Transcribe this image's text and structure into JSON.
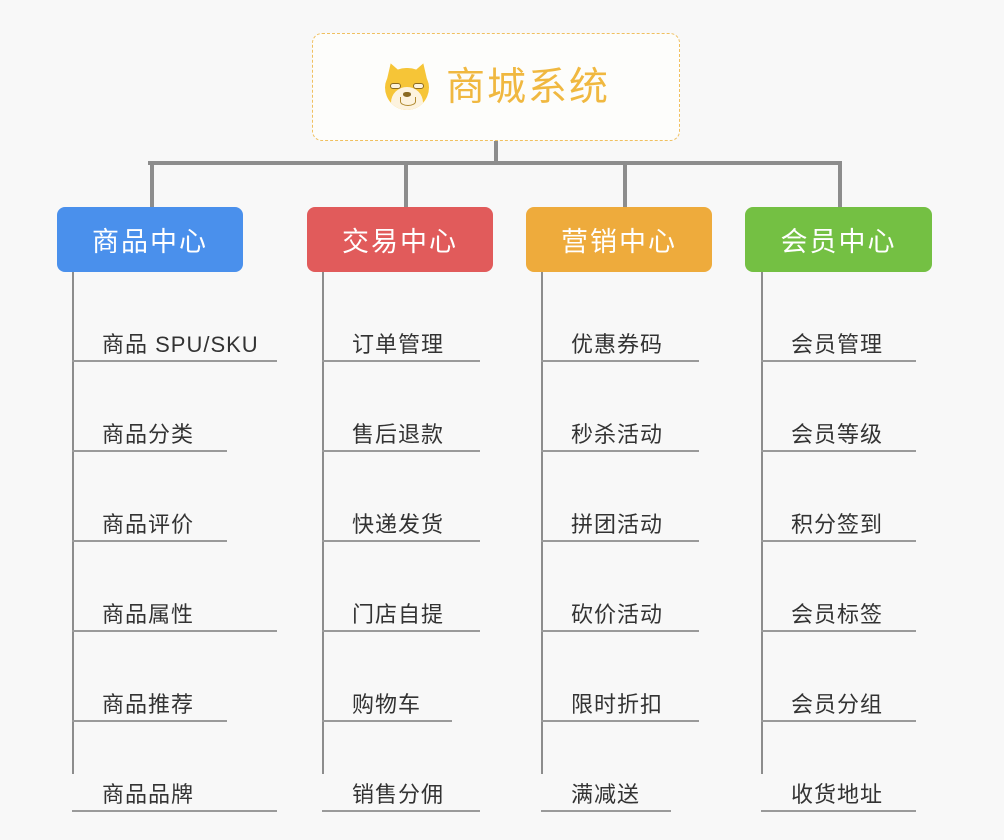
{
  "page": {
    "background_color": "#f8f8f8"
  },
  "root": {
    "icon": "shiba-inu-dog-face-icon",
    "title": "商城系统",
    "title_color": "#f0b840",
    "border_color": "#f0c060"
  },
  "connector": {
    "color": "#8d8d8d"
  },
  "categories": [
    {
      "label": "商品中心",
      "color": "#4a90ec",
      "items": [
        "商品 SPU/SKU",
        "商品分类",
        "商品评价",
        "商品属性",
        "商品推荐",
        "商品品牌"
      ]
    },
    {
      "label": "交易中心",
      "color": "#e15b5b",
      "items": [
        "订单管理",
        "售后退款",
        "快递发货",
        "门店自提",
        "购物车",
        "销售分佣"
      ]
    },
    {
      "label": "营销中心",
      "color": "#eeab3c",
      "items": [
        "优惠券码",
        "秒杀活动",
        "拼团活动",
        "砍价活动",
        "限时折扣",
        "满减送"
      ]
    },
    {
      "label": "会员中心",
      "color": "#74c043",
      "items": [
        "会员管理",
        "会员等级",
        "积分签到",
        "会员标签",
        "会员分组",
        "收货地址"
      ]
    }
  ]
}
